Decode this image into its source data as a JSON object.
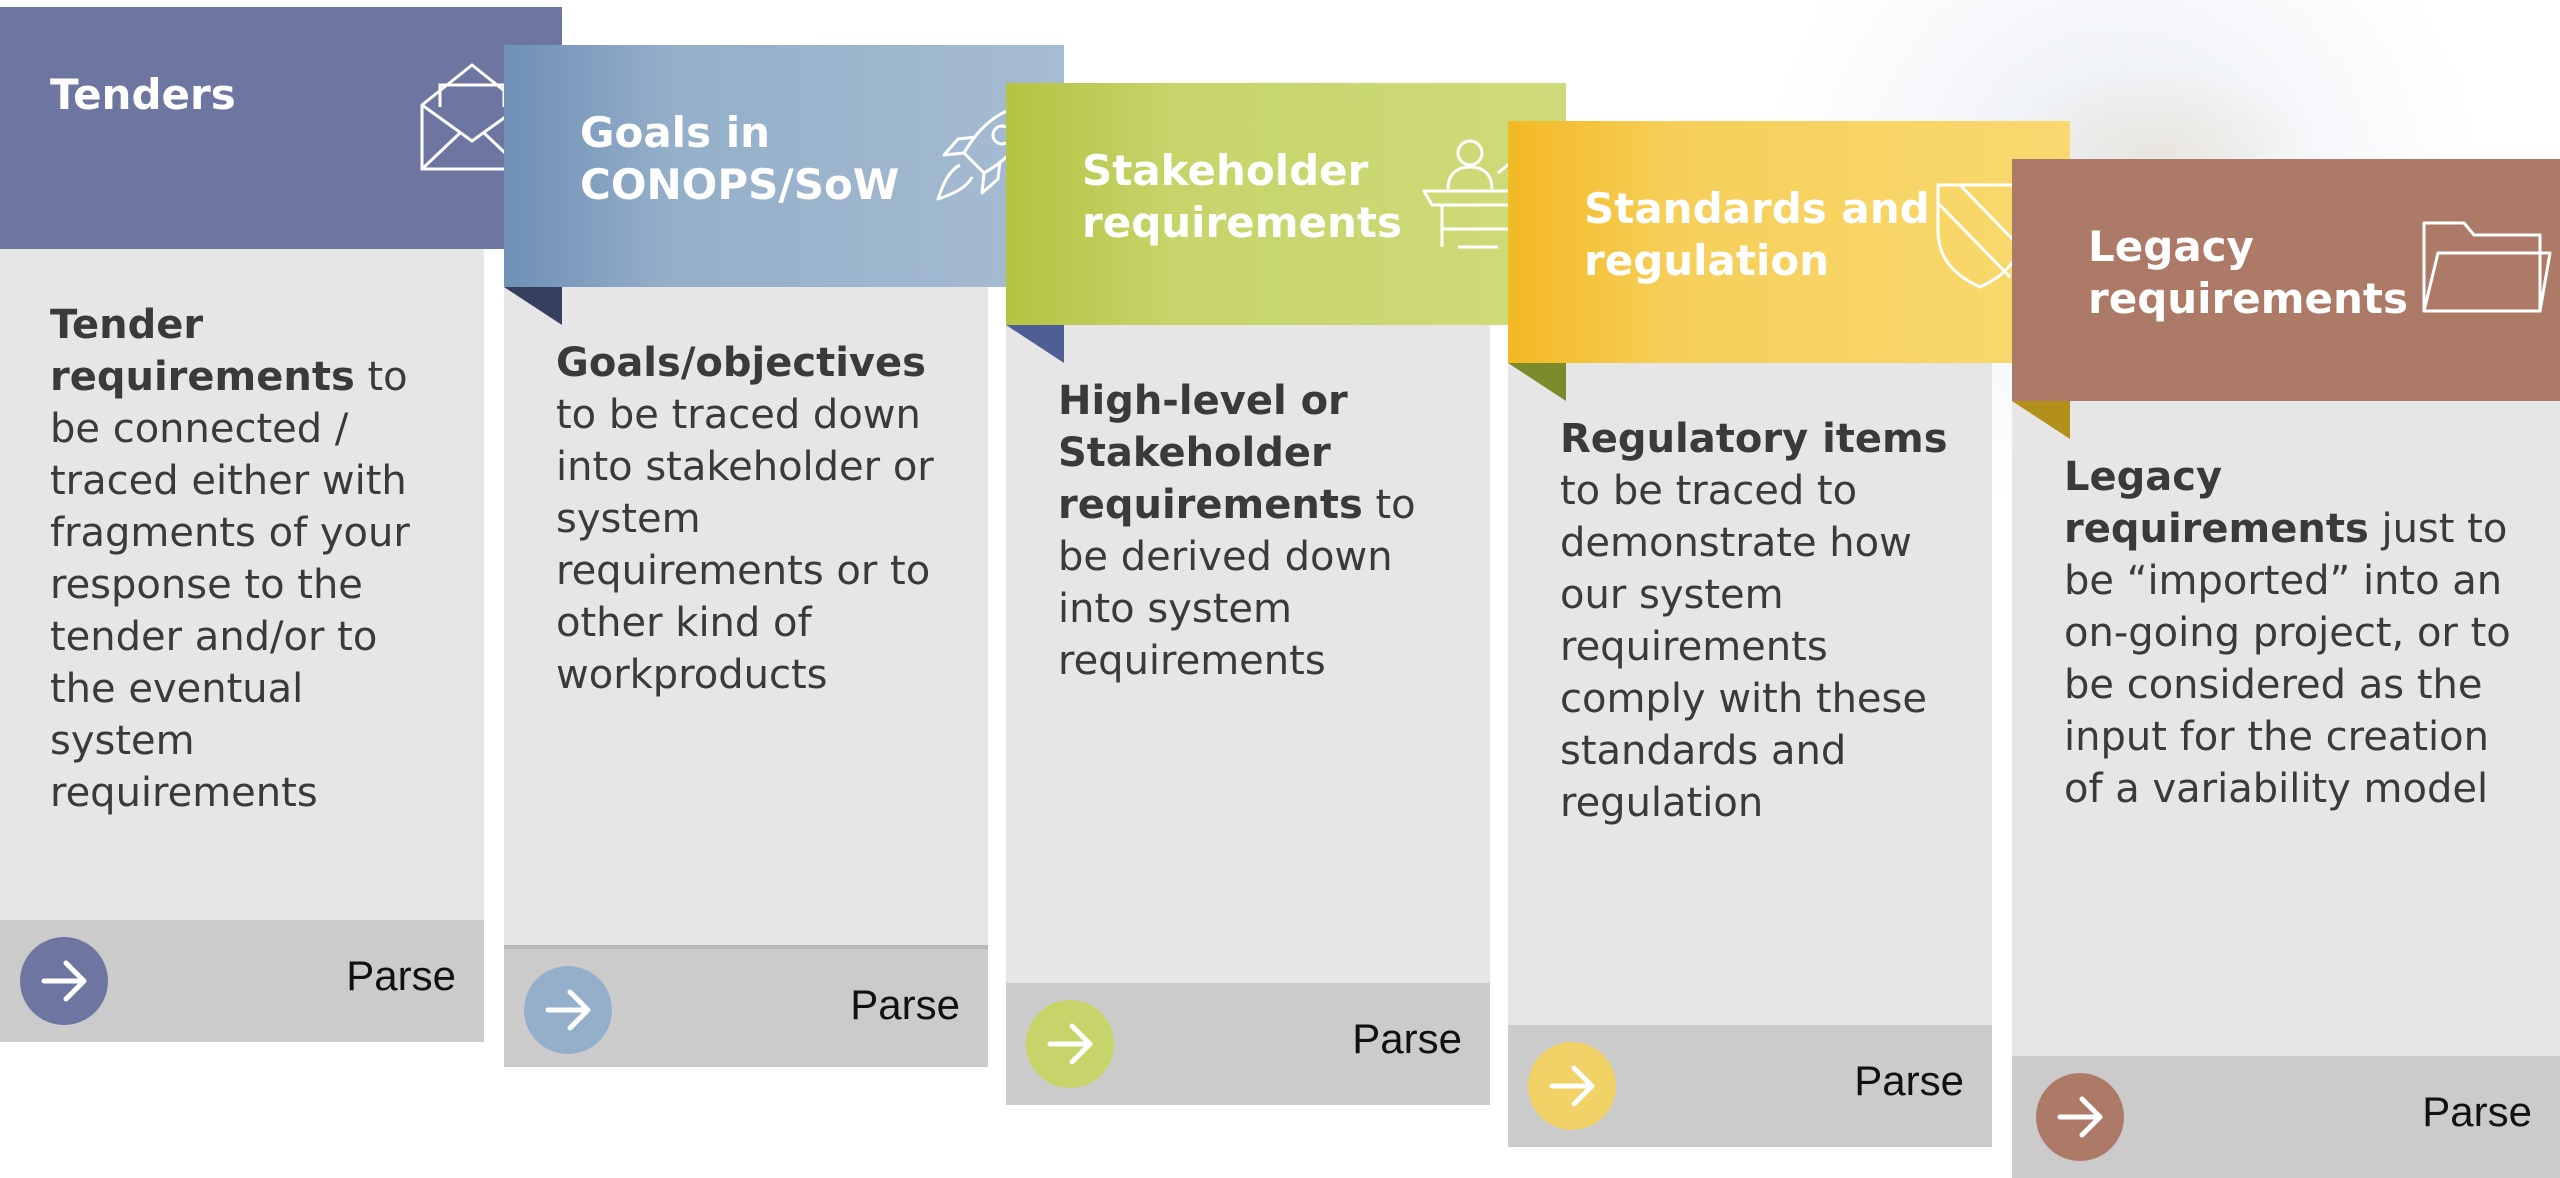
{
  "columns": [
    {
      "title": "Tenders",
      "bold": "Tender requirements",
      "text": " to be connected / traced either with fragments of your response to the tender and/or to the eventual system requirements",
      "action": "Parse",
      "icon": "envelope-icon",
      "color": "#6c76a0"
    },
    {
      "title": "Goals in CONOPS/SoW",
      "bold": "Goals/objectives",
      "text": " to be traced down into stakeholder or system requirements or to other kind of workproducts",
      "action": "Parse",
      "icon": "rocket-icon",
      "color": "#94afc9"
    },
    {
      "title": "Stakeholder requirements",
      "bold": "High-level or Stakeholder requirements",
      "text": " to be derived down into system requirements",
      "action": "Parse",
      "icon": "speaker-podium-icon",
      "color": "#c6d46a"
    },
    {
      "title": "Standards and regulation",
      "bold": "Regulatory items",
      "text": " to be traced to demonstrate how our system requirements comply with these standards and regulation",
      "action": "Parse",
      "icon": "shield-icon",
      "color": "#f6cf5a"
    },
    {
      "title": "Legacy requirements",
      "bold": "Legacy requirements",
      "text": " just to be “imported” into an on-going project, or to be considered as the input for the creation of a variability model",
      "action": "Parse",
      "icon": "folder-icon",
      "color": "#ad7a68"
    }
  ]
}
